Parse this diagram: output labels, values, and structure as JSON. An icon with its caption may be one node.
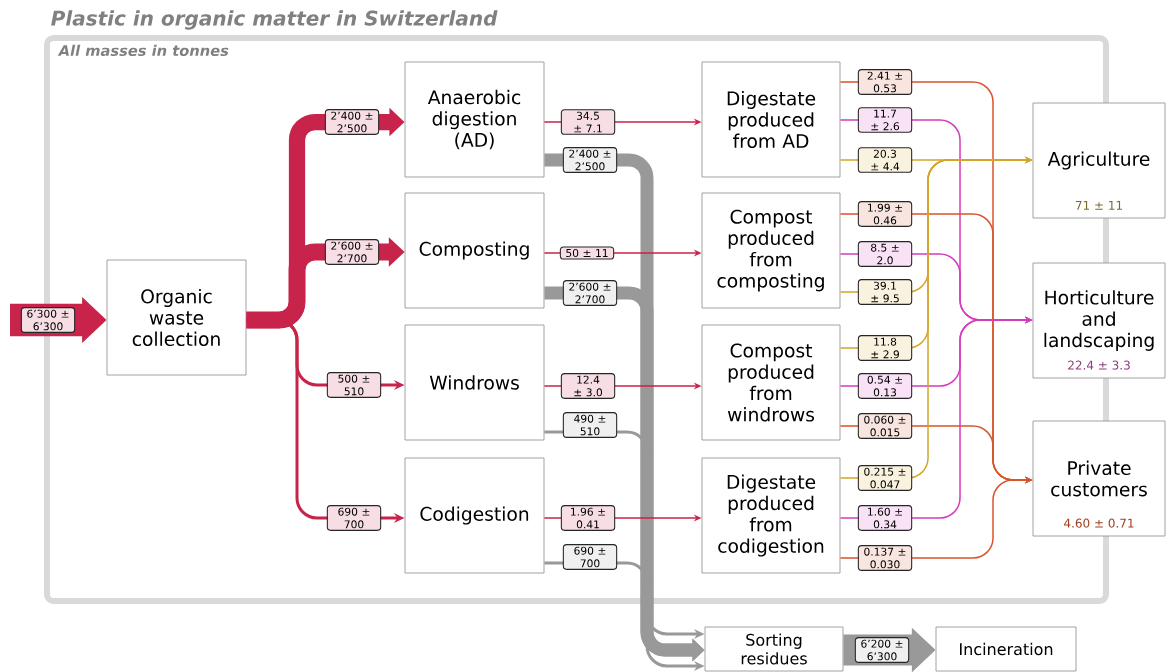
{
  "diagram": {
    "title": "Plastic in organic matter in Switzerland",
    "nodes": [
      {
        "text": [
          "All masses in tonnes"
        ]
      },
      {
        "text": [
          "Organic waste collection"
        ],
        "in": 0
      },
      {
        "text": [
          "Anaerobic digestion (AD)"
        ],
        "in": 0
      },
      {
        "text": [
          "Composting"
        ],
        "in": 0
      },
      {
        "text": [
          "Windrows"
        ],
        "in": 0
      },
      {
        "text": [
          "Codigestion"
        ],
        "in": 0
      },
      {
        "text": [
          "Digestate produced from AD"
        ],
        "in": 0
      },
      {
        "text": [
          "Compost produced from composting"
        ],
        "in": 0
      },
      {
        "text": [
          "Compost produced from windrows"
        ],
        "in": 0
      },
      {
        "text": [
          "Digestate produced from codigestion"
        ],
        "in": 0
      },
      {
        "text": [
          "Agriculture",
          "71 ± 11"
        ]
      },
      {
        "text": [
          "Horticulture and landscaping",
          "22.4 ± 3.3"
        ]
      },
      {
        "text": [
          "Private customers",
          "4.60 ± 0.71"
        ]
      },
      {
        "text": [
          "Sorting residues"
        ]
      },
      {
        "text": [
          "Incineration"
        ]
      }
    ],
    "edges": [
      {
        "from": null,
        "to": 1,
        "arrow": "to",
        "label": "6’300 ± 6’300",
        "style": "thick"
      },
      {
        "from": 1,
        "to": 2,
        "arrow": "to",
        "label": "2’400 ± 2’500",
        "style": "thick"
      },
      {
        "from": 1,
        "to": 3,
        "arrow": "to",
        "label": "2’600 ± 2’700",
        "style": "thick"
      },
      {
        "from": 1,
        "to": 4,
        "arrow": "to",
        "label": "500 ± 510"
      },
      {
        "from": 1,
        "to": 5,
        "arrow": "to",
        "label": "690 ± 700"
      },
      {
        "from": 2,
        "to": 6,
        "arrow": "to",
        "label": "34.5 ± 7.1"
      },
      {
        "from": 2,
        "to": 13,
        "arrow": "to",
        "label": "2’400 ± 2’500",
        "style": "thick",
        "color": "#999999"
      },
      {
        "from": 3,
        "to": 7,
        "arrow": "to",
        "label": "50 ± 11"
      },
      {
        "from": 3,
        "to": 13,
        "arrow": "to",
        "label": "2’600 ± 2’700",
        "style": "thick",
        "color": "#999999"
      },
      {
        "from": 4,
        "to": 8,
        "arrow": "to",
        "label": "12.4 ± 3.0"
      },
      {
        "from": 4,
        "to": 13,
        "arrow": "to",
        "label": "490 ± 510",
        "color": "#999999"
      },
      {
        "from": 5,
        "to": 9,
        "arrow": "to",
        "label": "1.96 ± 0.41"
      },
      {
        "from": 5,
        "to": 13,
        "arrow": "to",
        "label": "690 ± 700",
        "color": "#999999"
      },
      {
        "from": 6,
        "to": 12,
        "arrow": "to",
        "label": "2.41 ± 0.53",
        "color": "#d9542b"
      },
      {
        "from": 6,
        "to": 11,
        "arrow": "to",
        "label": "11.7 ± 2.6",
        "color": "#d63bc0"
      },
      {
        "from": 6,
        "to": 10,
        "arrow": "to",
        "label": "20.3 ± 4.4",
        "color": "#d4a52a"
      },
      {
        "from": 7,
        "to": 12,
        "arrow": "to",
        "label": "1.99 ± 0.46",
        "color": "#d9542b"
      },
      {
        "from": 7,
        "to": 11,
        "arrow": "to",
        "label": "8.5 ± 2.0",
        "color": "#d63bc0"
      },
      {
        "from": 7,
        "to": 10,
        "arrow": "to",
        "label": "39.1 ± 9.5",
        "color": "#d4a52a"
      },
      {
        "from": 8,
        "to": 10,
        "arrow": "to",
        "label": "11.8 ± 2.9",
        "color": "#d4a52a"
      },
      {
        "from": 8,
        "to": 11,
        "arrow": "to",
        "label": "0.54 ± 0.13",
        "color": "#d63bc0"
      },
      {
        "from": 8,
        "to": 12,
        "arrow": "to",
        "label": "0.060 ± 0.015",
        "color": "#d9542b"
      },
      {
        "from": 9,
        "to": 10,
        "arrow": "to",
        "label": "0.215 ± 0.047",
        "color": "#d4a52a"
      },
      {
        "from": 9,
        "to": 11,
        "arrow": "to",
        "label": "1.60 ± 0.34",
        "color": "#d63bc0"
      },
      {
        "from": 9,
        "to": 12,
        "arrow": "to",
        "label": "0.137 ± 0.030",
        "color": "#d9542b"
      },
      {
        "from": 13,
        "to": 14,
        "arrow": "to",
        "label": "6’200 ± 6’300",
        "style": "thick",
        "color": "#999999"
      }
    ]
  }
}
